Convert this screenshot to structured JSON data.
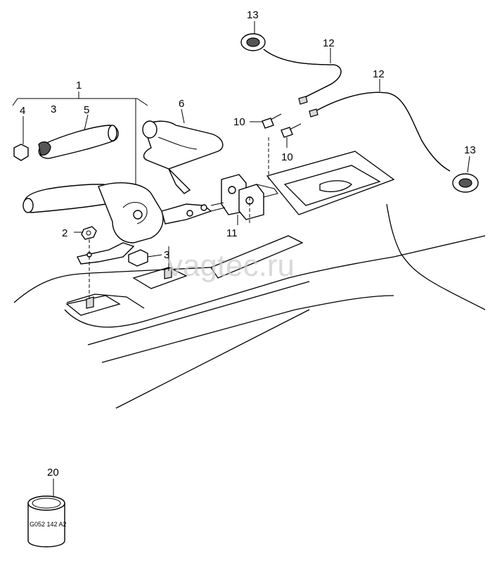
{
  "watermark": "vagtec.ru",
  "callouts": {
    "c1": "1",
    "c2": "2",
    "c3a": "3",
    "c3b": "3",
    "c4": "4",
    "c5": "5",
    "c6": "6",
    "c10a": "10",
    "c10b": "10",
    "c11": "11",
    "c12a": "12",
    "c12b": "12",
    "c13a": "13",
    "c13b": "13",
    "c20": "20"
  },
  "can_label": "G052 142 A2",
  "colors": {
    "line": "#000000",
    "watermark": "#c9c9c9",
    "background": "#ffffff"
  }
}
